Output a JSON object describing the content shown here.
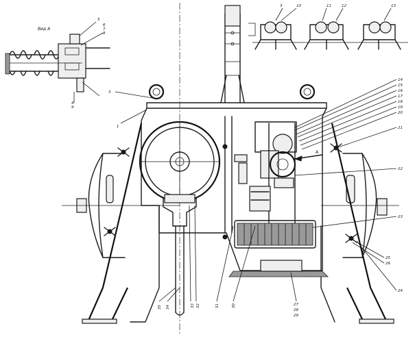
{
  "view_title": "Вид А",
  "arrow_label": "А",
  "callouts": [
    {
      "id": "c5",
      "text": "5"
    },
    {
      "id": "c6",
      "text": "6"
    },
    {
      "id": "c7",
      "text": "7"
    },
    {
      "id": "c8",
      "text": "8"
    },
    {
      "id": "c4",
      "text": "4"
    },
    {
      "id": "c9",
      "text": "9"
    },
    {
      "id": "c3",
      "text": "3"
    },
    {
      "id": "c1",
      "text": "1"
    },
    {
      "id": "c10",
      "text": "10"
    },
    {
      "id": "c11",
      "text": "11"
    },
    {
      "id": "c12",
      "text": "12"
    },
    {
      "id": "c13",
      "text": "13"
    },
    {
      "id": "c14",
      "text": "14"
    },
    {
      "id": "c15",
      "text": "15"
    },
    {
      "id": "c16",
      "text": "16"
    },
    {
      "id": "c17",
      "text": "17"
    },
    {
      "id": "c18",
      "text": "18"
    },
    {
      "id": "c19",
      "text": "19"
    },
    {
      "id": "c20",
      "text": "20"
    },
    {
      "id": "c21",
      "text": "21"
    },
    {
      "id": "c22",
      "text": "22"
    },
    {
      "id": "c23",
      "text": "23"
    },
    {
      "id": "c24",
      "text": "24"
    },
    {
      "id": "c25",
      "text": "25"
    },
    {
      "id": "c26",
      "text": "26"
    },
    {
      "id": "c27",
      "text": "27"
    },
    {
      "id": "c28",
      "text": "28"
    },
    {
      "id": "c29",
      "text": "29"
    },
    {
      "id": "c30",
      "text": "30"
    },
    {
      "id": "c31",
      "text": "31"
    },
    {
      "id": "c32",
      "text": "32"
    },
    {
      "id": "c33",
      "text": "33"
    },
    {
      "id": "c34",
      "text": "34"
    },
    {
      "id": "c35",
      "text": "35"
    }
  ]
}
